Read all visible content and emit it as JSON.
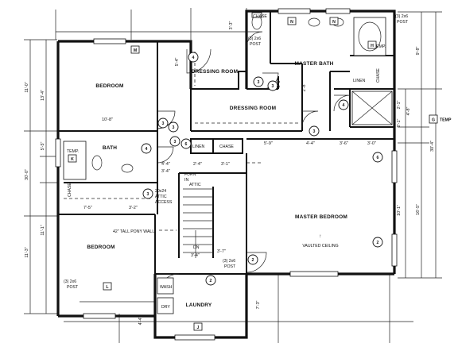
{
  "rooms": {
    "bedroom_top": "BEDROOM",
    "dressing_room_upper": "DRESSING ROOM",
    "dressing_room_lower": "DRESSING ROOM",
    "master_bath": "MASTER BATH",
    "bath": "BATH",
    "master_bedroom": "MASTER BEDROOM",
    "bedroom_bottom": "BEDROOM",
    "laundry": "LAUNDRY",
    "linen_master": "LINEN",
    "linen_hall": "LINEN",
    "chase_master": "CHASE",
    "chase_hall": "CHASE",
    "chase_bath": "CHASE",
    "chase_top": "CHASE",
    "temp_master": "TEMP.",
    "temp_bath": "TEMP.",
    "wash": "WASH",
    "dry": "DRY"
  },
  "notes": {
    "furn_line1": "FURN",
    "furn_line2": "IN",
    "furn_line3": "ATTIC",
    "attic_line1": "20x24",
    "attic_line2": "ATTIC",
    "attic_line3": "ACCESS",
    "pony_wall": "42\" TALL PONY WALL",
    "vaulted": "VAULTED CEILING",
    "post_a_line1": "(3) 2x6",
    "post_a_line2": "POST",
    "post_b_line1": "(3) 2x6",
    "post_b_line2": "POST",
    "post_c_line1": "(3) 2x6",
    "post_c_line2": "POST",
    "post_d_line1": "(3) 2x6",
    "post_d_line2": "POST",
    "dn": "DN",
    "temp_right": "TEMP"
  },
  "dimensions": {
    "left_top": "11'-0\"",
    "left_mid": "30'-0\"",
    "left_low": "11'-3\"",
    "left_inner_top": "13'-4\"",
    "left_inner_mid": "5'-5\"",
    "left_inner_low": "11'-1\"",
    "bedroom_width": "10'-8\"",
    "hall_a": "4'-4\"",
    "hall_b": "2'-4\"",
    "hall_c": "3'-4\"",
    "hall_d": "3'-1\"",
    "bath_bottom": "7'-5\"",
    "bath_right": "3'-2\"",
    "mb_a": "5'-9\"",
    "mb_b": "4'-4\"",
    "mb_c": "3'-6\"",
    "mb_d": "3'-0\"",
    "stair_a": "3'-4\"",
    "stair_b": "3'-7\"",
    "right_top": "9'-8\"",
    "right_mid": "30'-4\"",
    "right_low": "16'-5\"",
    "right_inner_a": "4'-8\"",
    "right_inner_b": "2'-1\"",
    "right_inner_c": "2'-1\"",
    "right_inner_d": "10'-1\"",
    "dressing_a": "5'-4\"",
    "dressing_b": "2'-8\"",
    "dressing_c": "3'-3\"",
    "laundry_left": "4'-4\"",
    "laundry_right": "7'-3\"",
    "mb_vert": "2'-5\""
  },
  "tags": {
    "bedroom_top_win": "M",
    "master_bath_win_1": "N",
    "master_bath_win_2": "N",
    "right_temp_box": "G",
    "bath_temp_box": "K",
    "bedroom_bottom_win": "L",
    "laundry_win": "J",
    "temp_master_box": "H"
  },
  "door_numbers": {
    "d1": "4",
    "d2": "3",
    "d3": "3",
    "d4": "3",
    "d5": "3",
    "d6": "3",
    "d7": "4",
    "d8": "4",
    "d9": "3",
    "d10": "6",
    "d11": "2",
    "d12": "2",
    "d13": "6",
    "d14": "2",
    "d15": "3"
  }
}
